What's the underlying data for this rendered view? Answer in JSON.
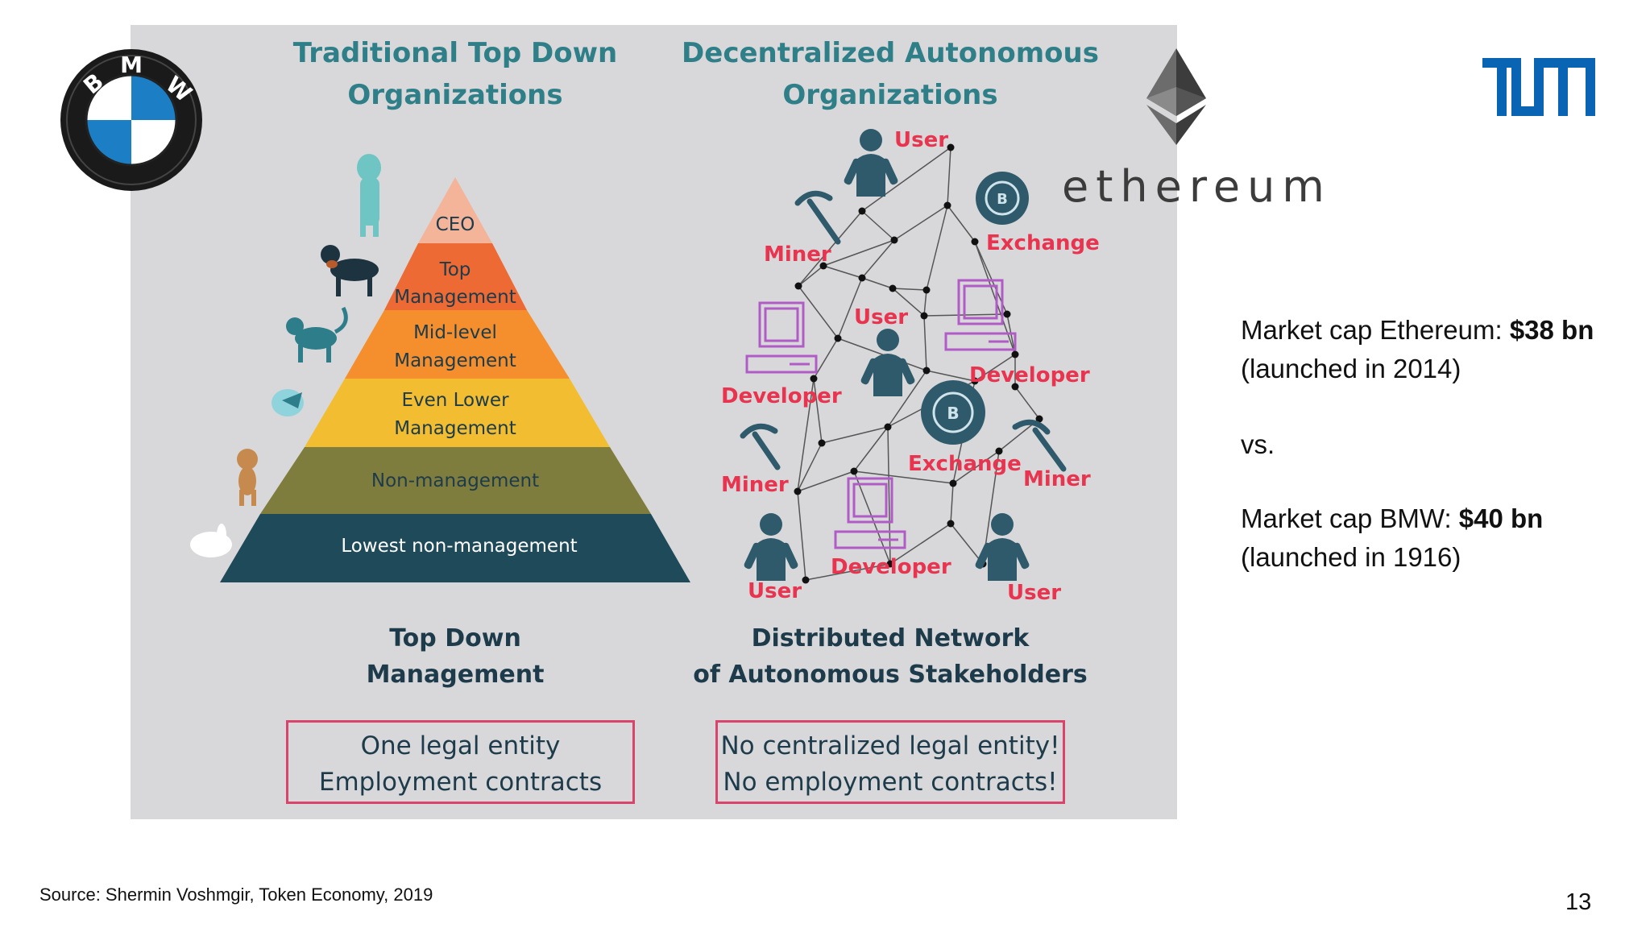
{
  "left_title": [
    "Traditional Top Down",
    "Organizations"
  ],
  "right_title": [
    "Decentralized Autonomous",
    "Organizations"
  ],
  "pyramid": {
    "levels": [
      {
        "lines": [
          "CEO"
        ],
        "color": "#f4b49a"
      },
      {
        "lines": [
          "Top",
          "Management"
        ],
        "color": "#ee6a35"
      },
      {
        "lines": [
          "Mid-level",
          "Management"
        ],
        "color": "#f58f2e"
      },
      {
        "lines": [
          "Even Lower",
          "Management"
        ],
        "color": "#f2bd30"
      },
      {
        "lines": [
          "Non-management"
        ],
        "color": "#7f7d3e"
      },
      {
        "lines": [
          "Lowest non-management"
        ],
        "color": "#1f4a5a"
      }
    ]
  },
  "network": {
    "labels": [
      "User",
      "Miner",
      "Exchange",
      "User",
      "Developer",
      "Developer",
      "Miner",
      "Exchange",
      "Miner",
      "Developer",
      "User",
      "User"
    ],
    "label_color": "#e8344f",
    "node_color": "#2e5a6b",
    "developer_color": "#b15cc6"
  },
  "left_subtitle": [
    "Top Down",
    "Management"
  ],
  "right_subtitle": [
    "Distributed Network",
    "of Autonomous Stakeholders"
  ],
  "left_box": [
    "One legal entity",
    "Employment contracts"
  ],
  "right_box": [
    "No centralized legal entity!",
    "No employment contracts!"
  ],
  "logos": {
    "bmw_letters": [
      "B",
      "M",
      "W"
    ],
    "bmw_blue": "#1c7fc6",
    "ethereum_word": "ethereum",
    "tum_color": "#0a64b4"
  },
  "market": {
    "eth_label": "Market cap Ethereum: ",
    "eth_value": "$38 bn",
    "eth_launch": "(launched in 2014)",
    "vs": "vs.",
    "bmw_label": "Market cap BMW: ",
    "bmw_value": "$40 bn",
    "bmw_launch": "(launched in 1916)"
  },
  "source": "Source:  Shermin Voshmgir, Token Economy, 2019",
  "page_number": "13"
}
